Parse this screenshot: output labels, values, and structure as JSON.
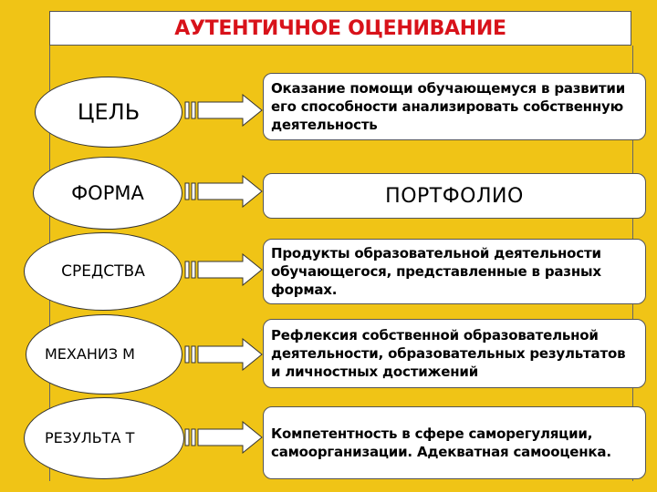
{
  "title": "АУТЕНТИЧНОЕ ОЦЕНИВАНИЕ",
  "rows": [
    {
      "label": "ЦЕЛЬ",
      "text": "Оказание помощи обучающемуся в развитии его способности анализировать собственную деятельность"
    },
    {
      "label": "ФОРМА",
      "text": "ПОРТФОЛИО"
    },
    {
      "label": "СРЕДСТВА",
      "text": "Продукты образовательной деятельности обучающегося, представленные в разных формах."
    },
    {
      "label": "МЕХАНИЗ М",
      "text": "Рефлексия собственной образовательной деятельности, образовательных результатов и личностных достижений"
    },
    {
      "label": "РЕЗУЛЬТА Т",
      "text": "Компетентность в сфере саморегуляции, самоорганизации. Адекватная самооценка."
    }
  ],
  "colors": {
    "background": "#f0c416",
    "title_text": "#d8121a",
    "box_fill": "#ffffff",
    "arrow_fill": "#ffffff"
  },
  "icons": {
    "arrow": "block-arrow-right"
  }
}
